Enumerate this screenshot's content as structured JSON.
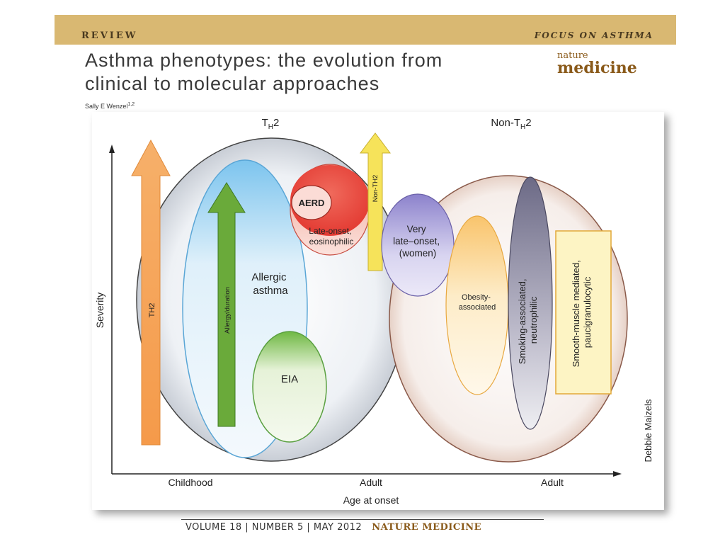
{
  "header": {
    "section": "REVIEW",
    "focus": "FOCUS ON ASTHMA",
    "logo_top": "nature",
    "logo_bottom": "medicine"
  },
  "article": {
    "title_line1": "Asthma phenotypes: the evolution from",
    "title_line2": "clinical to molecular approaches",
    "author": "Sally E Wenzel",
    "author_affil": "1,2"
  },
  "figure": {
    "group_th2_main": "T",
    "group_th2_sub": "H",
    "group_th2_end": "2",
    "group_nonth2_main": "Non-T",
    "group_nonth2_sub": "H",
    "group_nonth2_end": "2",
    "y_axis_label": "Severity",
    "x_axis_label": "Age at onset",
    "x_ticks": [
      "Childhood",
      "Adult",
      "Adult"
    ],
    "arrow_th2_label": "TH2",
    "arrow_allergy_label": "Allergy/duration",
    "arrow_nonth2_label": "Non-TH2",
    "allergic_asthma": [
      "Allergic",
      "asthma"
    ],
    "eia": "EIA",
    "aerd": "AERD",
    "late_onset": [
      "Late-onset,",
      "eosinophilic"
    ],
    "very_late": [
      "Very",
      "late–onset,",
      "(women)"
    ],
    "obesity": [
      "Obesity-",
      "associated"
    ],
    "smoking": [
      "Smoking-associated,",
      "neutrophilic"
    ],
    "smooth_muscle": [
      "Smooth-muscle mediated,",
      "paucigranulocytic"
    ],
    "credit": "Debbie Maizels",
    "colors": {
      "th2_arrow": "#f4a259",
      "allergy_arrow": "#6aaa3a",
      "nonth2_arrow": "#f6e35a",
      "aerd": "#e8423a",
      "very_late": "#8a80c8",
      "smoking": "#7a7890"
    }
  },
  "footer": {
    "issue": "VOLUME 18 | NUMBER 5 | MAY 2012",
    "journal": "NATURE MEDICINE"
  }
}
